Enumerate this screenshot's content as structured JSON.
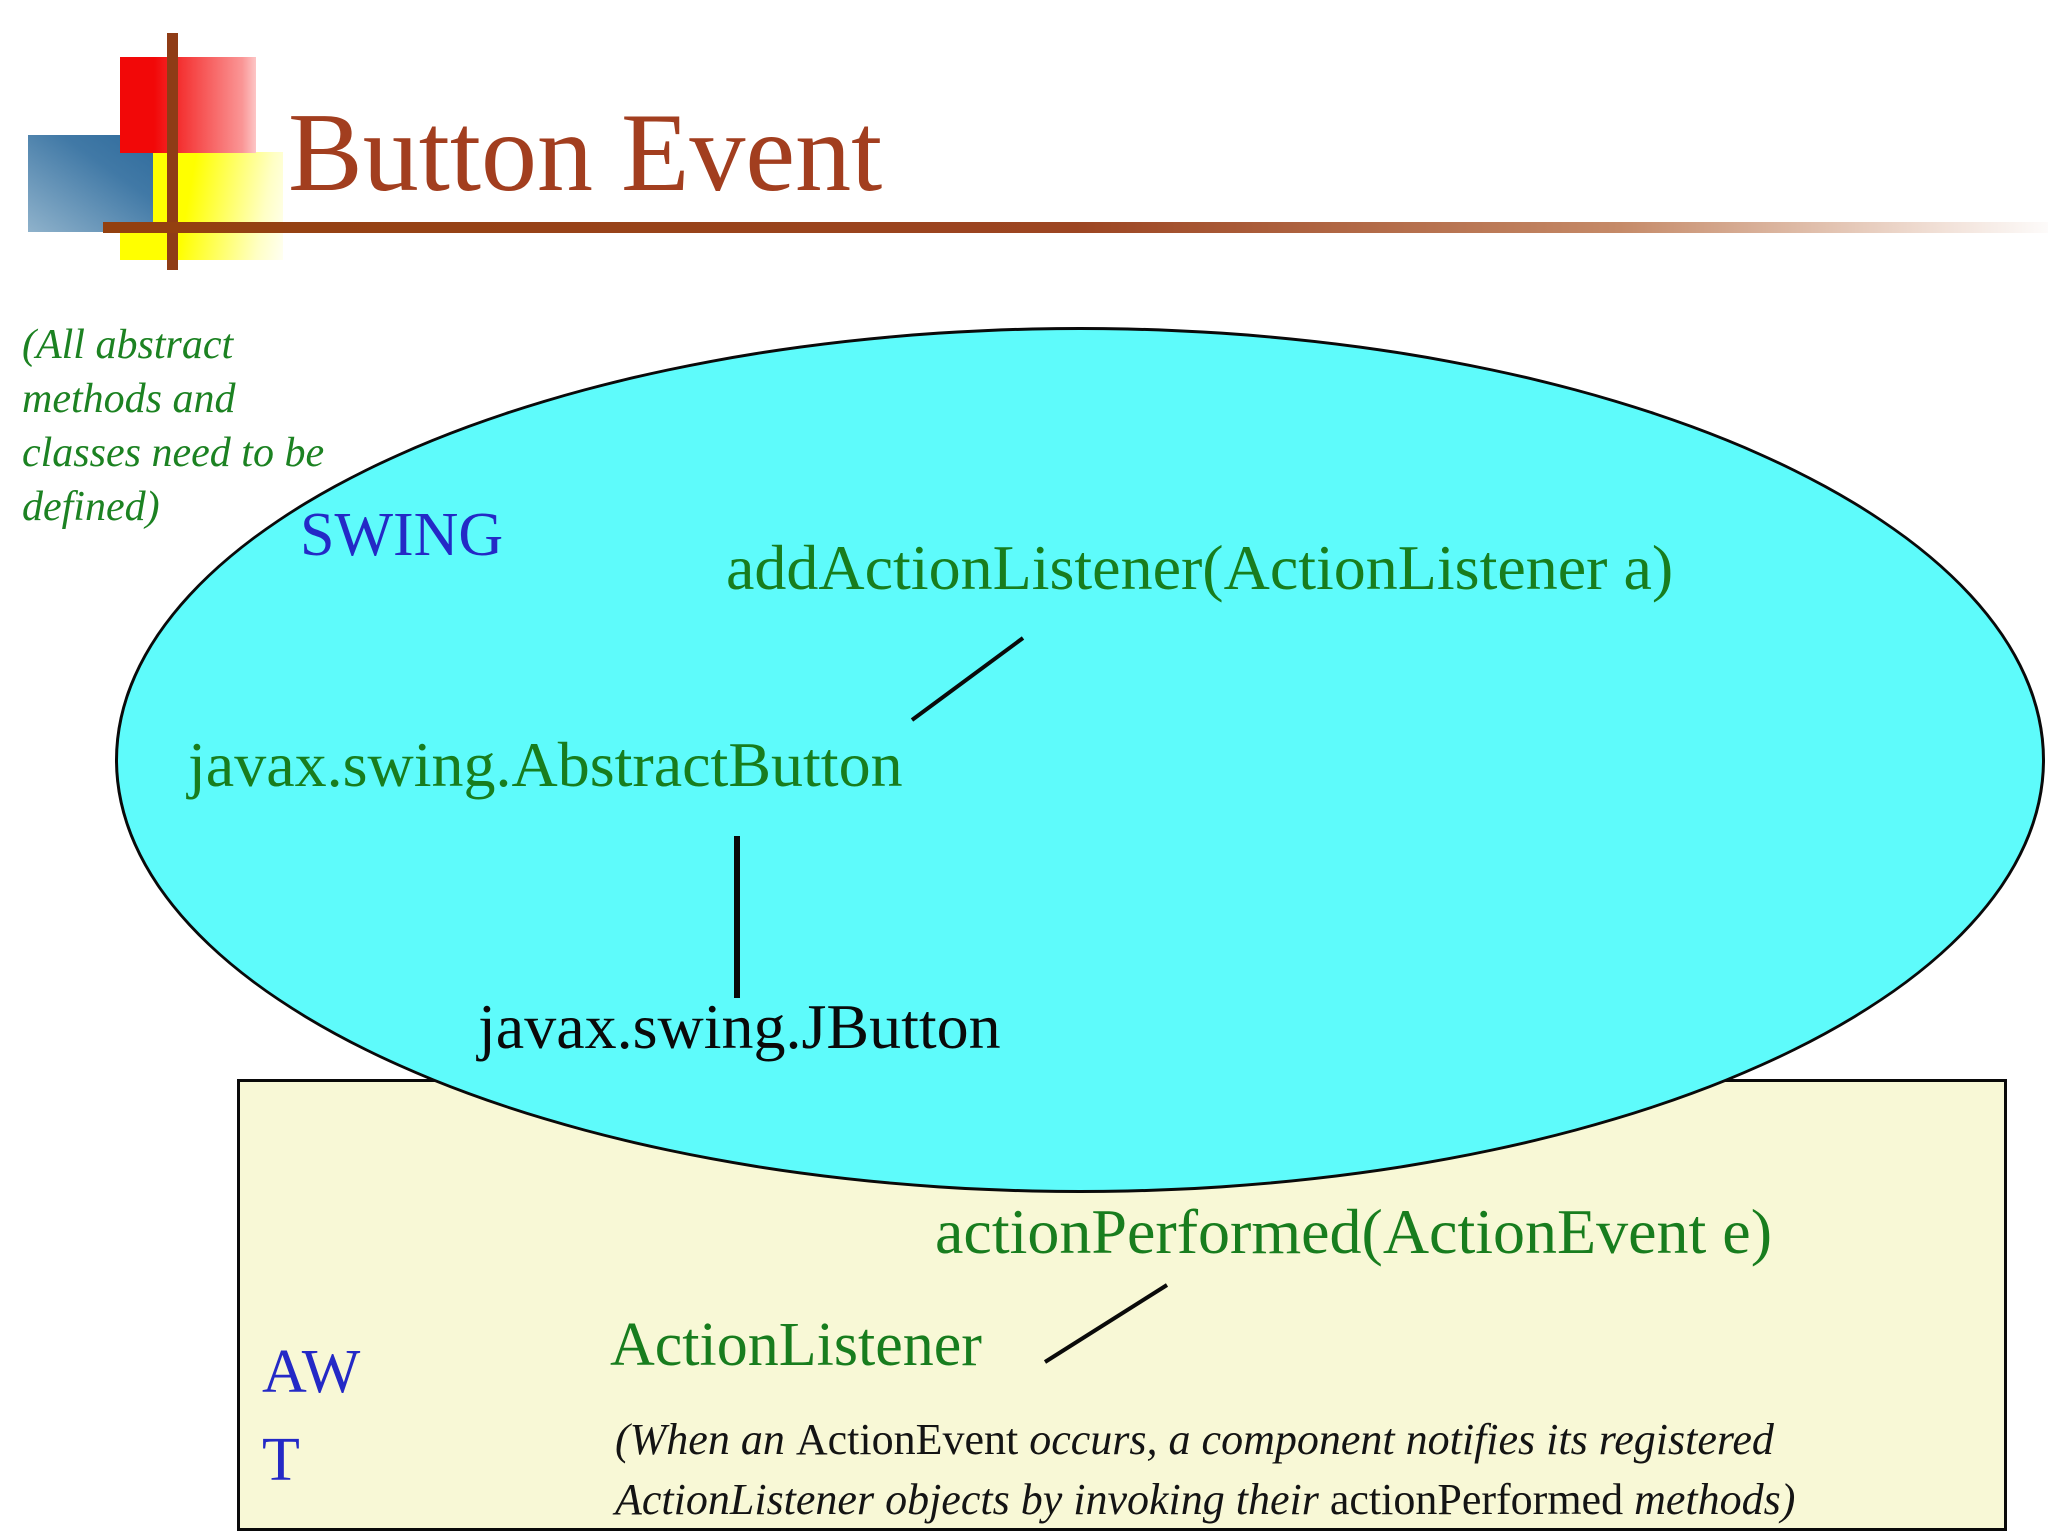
{
  "slide": {
    "title": "Button Event",
    "note_lines": [
      "(All abstract",
      "methods and",
      "classes need to be",
      "defined)"
    ]
  },
  "swing_region": {
    "label": "SWING",
    "method": "addActionListener(ActionListener a)",
    "abstract_button_class": "javax.swing.AbstractButton",
    "jbutton_class": "javax.swing.JButton"
  },
  "awt_region": {
    "label_line1": "AW",
    "label_line2": "T",
    "method": "actionPerformed(ActionEvent e)",
    "listener_interface": "ActionListener",
    "caption_line1": [
      {
        "text": "(When an ",
        "style": "italic"
      },
      {
        "text": "ActionEvent",
        "style": "upright"
      },
      {
        "text": " occurs, a component notifies its registered",
        "style": "italic"
      }
    ],
    "caption_line2": [
      {
        "text": "ActionListener objects by invoking their ",
        "style": "italic"
      },
      {
        "text": "actionPerformed",
        "style": "upright"
      },
      {
        "text": " methods)",
        "style": "italic"
      }
    ]
  },
  "colors": {
    "title_text": "#a23e1f",
    "accent_rule_brown": "#9c4522",
    "note_green": "#1c8222",
    "keyword_green": "#187d1e",
    "keyword_blue": "#2429c6",
    "swing_ellipse_fill": "#5efbfb",
    "awt_rect_fill": "#f8f8d6",
    "outline_black": "#0a0a0a",
    "logo_red": "#f20808",
    "logo_blue": "#2f6b9c",
    "logo_yellow": "#ffff00"
  }
}
